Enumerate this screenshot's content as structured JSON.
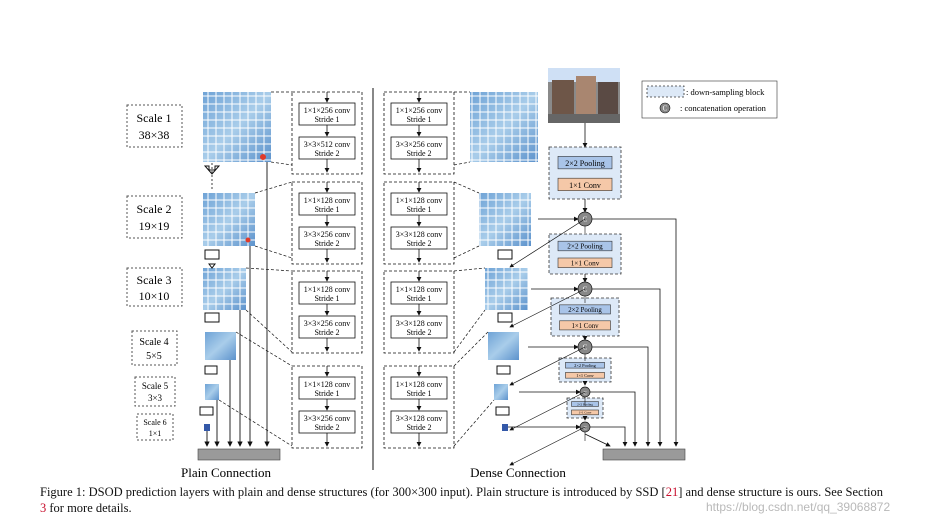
{
  "scales": [
    {
      "name": "Scale 1",
      "size": "38×38"
    },
    {
      "name": "Scale 2",
      "size": "19×19"
    },
    {
      "name": "Scale 3",
      "size": "10×10"
    },
    {
      "name": "Scale 4",
      "size": "5×5"
    },
    {
      "name": "Scale 5",
      "size": "3×3"
    },
    {
      "name": "Scale 6",
      "size": "1×1"
    }
  ],
  "plain_blocks": [
    {
      "l1": "1×1×256 conv",
      "s1": "Stride 1",
      "l2": "3×3×512 conv",
      "s2": "Stride 2"
    },
    {
      "l1": "1×1×128 conv",
      "s1": "Stride 1",
      "l2": "3×3×256 conv",
      "s2": "Stride 2"
    },
    {
      "l1": "1×1×128 conv",
      "s1": "Stride 1",
      "l2": "3×3×256 conv",
      "s2": "Stride 2"
    },
    {
      "l1": "1×1×128 conv",
      "s1": "Stride 1",
      "l2": "3×3×256 conv",
      "s2": "Stride 2"
    }
  ],
  "dense_blocks": [
    {
      "l1": "1×1×256 conv",
      "s1": "Stride 1",
      "l2": "3×3×256 conv",
      "s2": "Stride 2"
    },
    {
      "l1": "1×1×128 conv",
      "s1": "Stride 1",
      "l2": "3×3×128 conv",
      "s2": "Stride 2"
    },
    {
      "l1": "1×1×128 conv",
      "s1": "Stride 1",
      "l2": "3×3×128 conv",
      "s2": "Stride 2"
    },
    {
      "l1": "1×1×128 conv",
      "s1": "Stride 1",
      "l2": "3×3×128 conv",
      "s2": "Stride 2"
    }
  ],
  "pooling_label": "2×2 Pooling",
  "conv_label": "1×1 Conv",
  "concat_symbol": "C",
  "legend": {
    "downsample": ": down-sampling block",
    "concat": ": concatenation operation"
  },
  "titles": {
    "plain": "Plain Connection",
    "dense": "Dense Connection"
  },
  "caption": {
    "part1": "Figure 1: DSOD prediction layers with plain and dense structures (for 300×300 input). Plain structure is introduced by SSD [",
    "ref1": "21",
    "part2": "] and dense structure is ours. See Section ",
    "ref2": "3",
    "part3": " for more details."
  },
  "watermark": "https://blog.csdn.net/qq_39068872",
  "colors": {
    "heat_blue": "#7fb0dc",
    "pool_fill": "#a9c4e8",
    "conv_fill": "#f5c8a8",
    "block_fill": "#dde9f7",
    "output_bar": "#9a9a9a"
  }
}
